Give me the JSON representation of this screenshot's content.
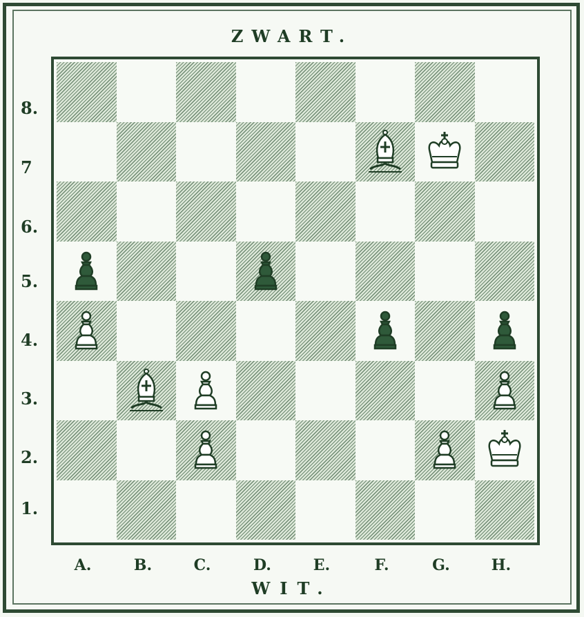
{
  "header": {
    "title": "ZWART."
  },
  "footer": {
    "title": "WIT."
  },
  "ranks": [
    "8.",
    "7",
    "6.",
    "5.",
    "4.",
    "3.",
    "2.",
    "1."
  ],
  "files": [
    "A.",
    "B.",
    "C.",
    "D.",
    "E.",
    "F.",
    "G.",
    "H."
  ],
  "pieces": [
    {
      "square": "F7",
      "type": "bishop",
      "side": "white"
    },
    {
      "square": "G7",
      "type": "king",
      "side": "white"
    },
    {
      "square": "A5",
      "type": "pawn",
      "side": "black"
    },
    {
      "square": "D5",
      "type": "pawn",
      "side": "black"
    },
    {
      "square": "A4",
      "type": "pawn",
      "side": "white"
    },
    {
      "square": "F4",
      "type": "pawn",
      "side": "black"
    },
    {
      "square": "H4",
      "type": "pawn",
      "side": "black"
    },
    {
      "square": "B3",
      "type": "bishop",
      "side": "white"
    },
    {
      "square": "C3",
      "type": "pawn",
      "side": "white"
    },
    {
      "square": "H3",
      "type": "pawn",
      "side": "white"
    },
    {
      "square": "C2",
      "type": "pawn",
      "side": "white"
    },
    {
      "square": "G2",
      "type": "pawn",
      "side": "white"
    },
    {
      "square": "H2",
      "type": "king",
      "side": "white"
    }
  ],
  "colors": {
    "ink": "#1f3d25",
    "black_piece_fill": "#2f5a3a",
    "white_piece_fill": "#ffffff"
  }
}
